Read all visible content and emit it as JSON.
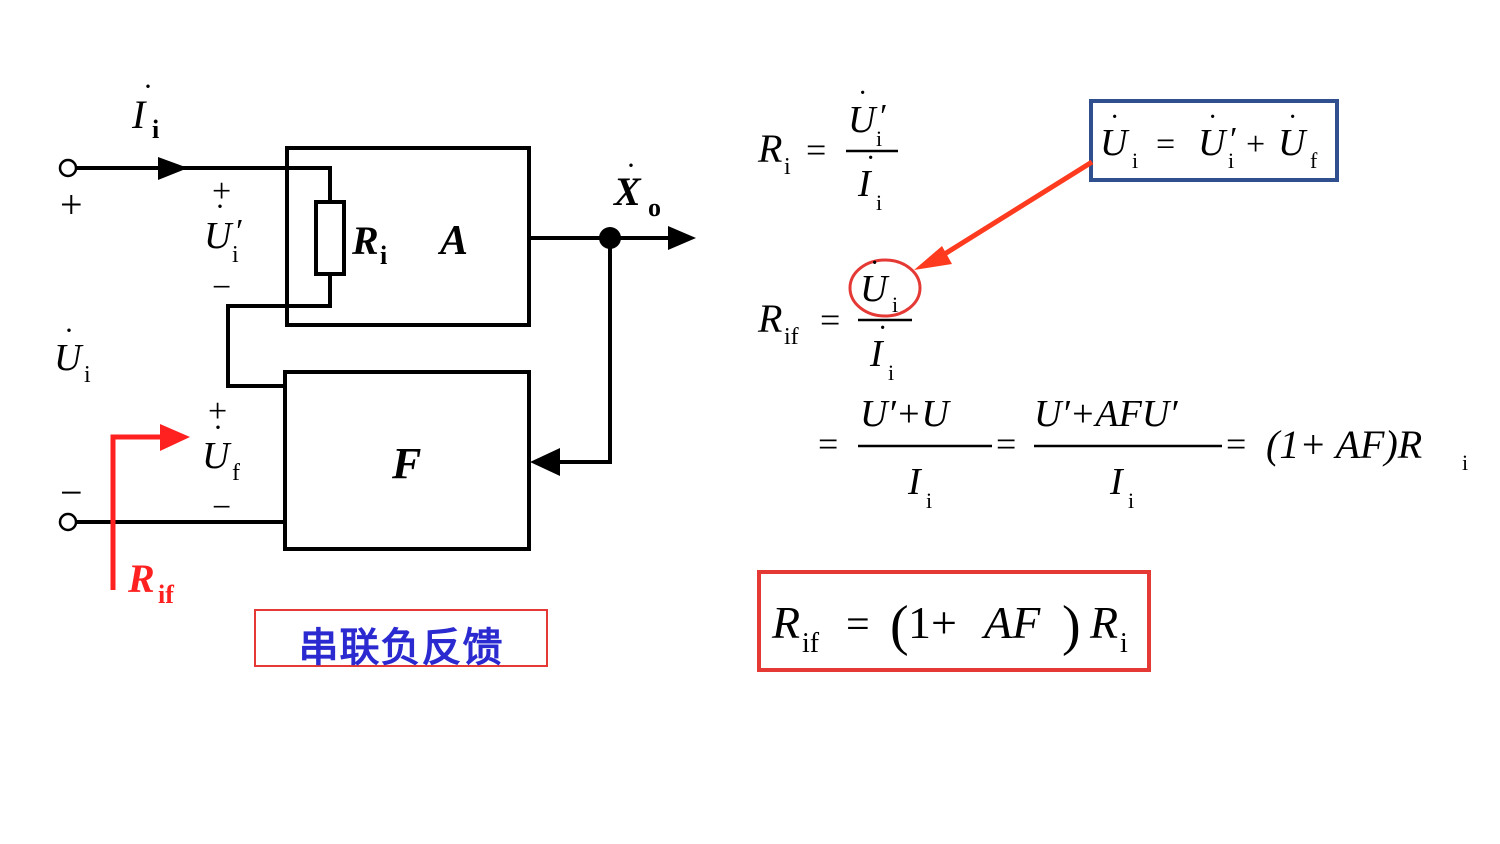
{
  "circuit": {
    "current_label": "I",
    "current_sub": "i",
    "input_plus": "+",
    "input_minus": "−",
    "ui_prime_plus": "+",
    "ui_prime_minus": "−",
    "ui_prime_label": "U",
    "ui_prime_sub": "i",
    "ui_prime_mark": "′",
    "ui_label": "U",
    "ui_sub": "i",
    "uf_plus": "+",
    "uf_minus": "−",
    "uf_label": "U",
    "uf_sub": "f",
    "resistor_label": "R",
    "resistor_sub": "i",
    "amp_label": "A",
    "feedback_label": "F",
    "output_label": "X",
    "output_sub": "o",
    "rif_label": "R",
    "rif_sub": "if",
    "caption": "串联负反馈"
  },
  "formulas": {
    "ri_def": {
      "lhs": "R",
      "lhs_sub": "i",
      "eq": "=",
      "num": "U",
      "num_sub": "i",
      "num_mark": "′",
      "den": "I",
      "den_sub": "i"
    },
    "ui_relation": {
      "text_u": "U",
      "sub_i": "i",
      "eq": "=",
      "plus": "+",
      "sub_f": "f",
      "mark": "′"
    },
    "rif_def": {
      "lhs": "R",
      "lhs_sub": "if",
      "eq": "=",
      "num": "U",
      "num_sub": "i",
      "den": "I",
      "den_sub": "i"
    },
    "rif_expand": {
      "eq": "=",
      "frac1_num": "U′+U",
      "frac2_num": "U′+AFU′",
      "den": "I",
      "den_sub": "i",
      "result": "(1+ AF)R",
      "result_sub": "i"
    },
    "rif_final": {
      "lhs": "R",
      "lhs_sub": "if",
      "eq": "=",
      "paren_open": "(",
      "one_plus": "1+",
      "af": "AF",
      "paren_close": ")",
      "r": "R",
      "r_sub": "i"
    }
  },
  "colors": {
    "red": "#e53935",
    "red_arrow": "#ff3b1f",
    "blue_box": "#2f4f8f",
    "caption_text": "#2a2ad0",
    "black": "#000000"
  }
}
